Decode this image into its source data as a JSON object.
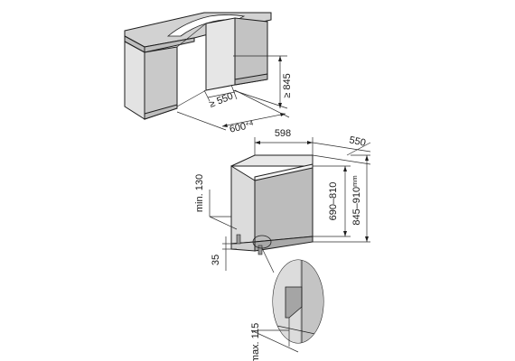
{
  "cabinet_dims": {
    "min_depth": "≥ 550",
    "min_height": "≥ 845",
    "niche_width": "600",
    "niche_width_tol": "+4"
  },
  "appliance_dims": {
    "width": "598",
    "depth": "550",
    "height_range": "690–810",
    "niche_height_range": "845–910",
    "niche_height_suffix": "mm",
    "door_clearance": "min. 130",
    "plinth": "35",
    "max_plinth": "max. 115"
  },
  "colors": {
    "line": "#1e1e1e",
    "counter_top": "#cfcfcf",
    "cabinet_side": "#e0e0e0",
    "appliance_side": "#dcdcdc",
    "appliance_front": "#bcbcbc"
  }
}
